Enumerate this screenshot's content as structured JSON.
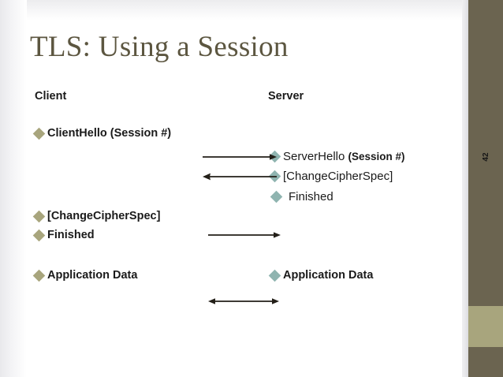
{
  "slide": {
    "title": "TLS: Using a Session",
    "page_number": "42"
  },
  "colors": {
    "title": "#5c5640",
    "sidebar": "#6b6450",
    "sidebar_block": "#a8a57d",
    "client_bullet": "#a8a57d",
    "server_bullet": "#8fb4b0",
    "text": "#1a1a1a",
    "arrow": "#231f18"
  },
  "columns": {
    "client_header": "Client",
    "server_header": "Server"
  },
  "client_messages": [
    {
      "label": "ClientHello (Session #)",
      "bullet": "diamond-bullet-icon",
      "style": "bold"
    },
    {
      "label": "[ChangeCipherSpec]",
      "bullet": "diamond-bullet-icon",
      "style": "bold"
    },
    {
      "label": "Finished",
      "bullet": "diamond-bullet-icon",
      "style": "bold"
    },
    {
      "label": "Application Data",
      "bullet": "diamond-bullet-icon",
      "style": "bold"
    }
  ],
  "server_messages": [
    {
      "label": "ServerHello ",
      "emphasis": "(Session #)",
      "bullet": "diamond-bullet-icon",
      "style": "normal"
    },
    {
      "label": "[ChangeCipherSpec]",
      "bullet": "diamond-bullet-icon",
      "style": "normal"
    },
    {
      "label": "Finished",
      "bullet": "diamond-bullet-icon",
      "style": "normal"
    },
    {
      "label": "Application Data",
      "bullet": "diamond-bullet-icon",
      "style": "bold"
    }
  ],
  "arrows": [
    {
      "name": "arrow-client-to-server-hello",
      "direction": "right"
    },
    {
      "name": "arrow-server-to-client-changecipherspec",
      "direction": "left"
    },
    {
      "name": "arrow-client-to-server-finished",
      "direction": "right"
    },
    {
      "name": "arrow-application-data-bidirectional",
      "direction": "both"
    }
  ]
}
